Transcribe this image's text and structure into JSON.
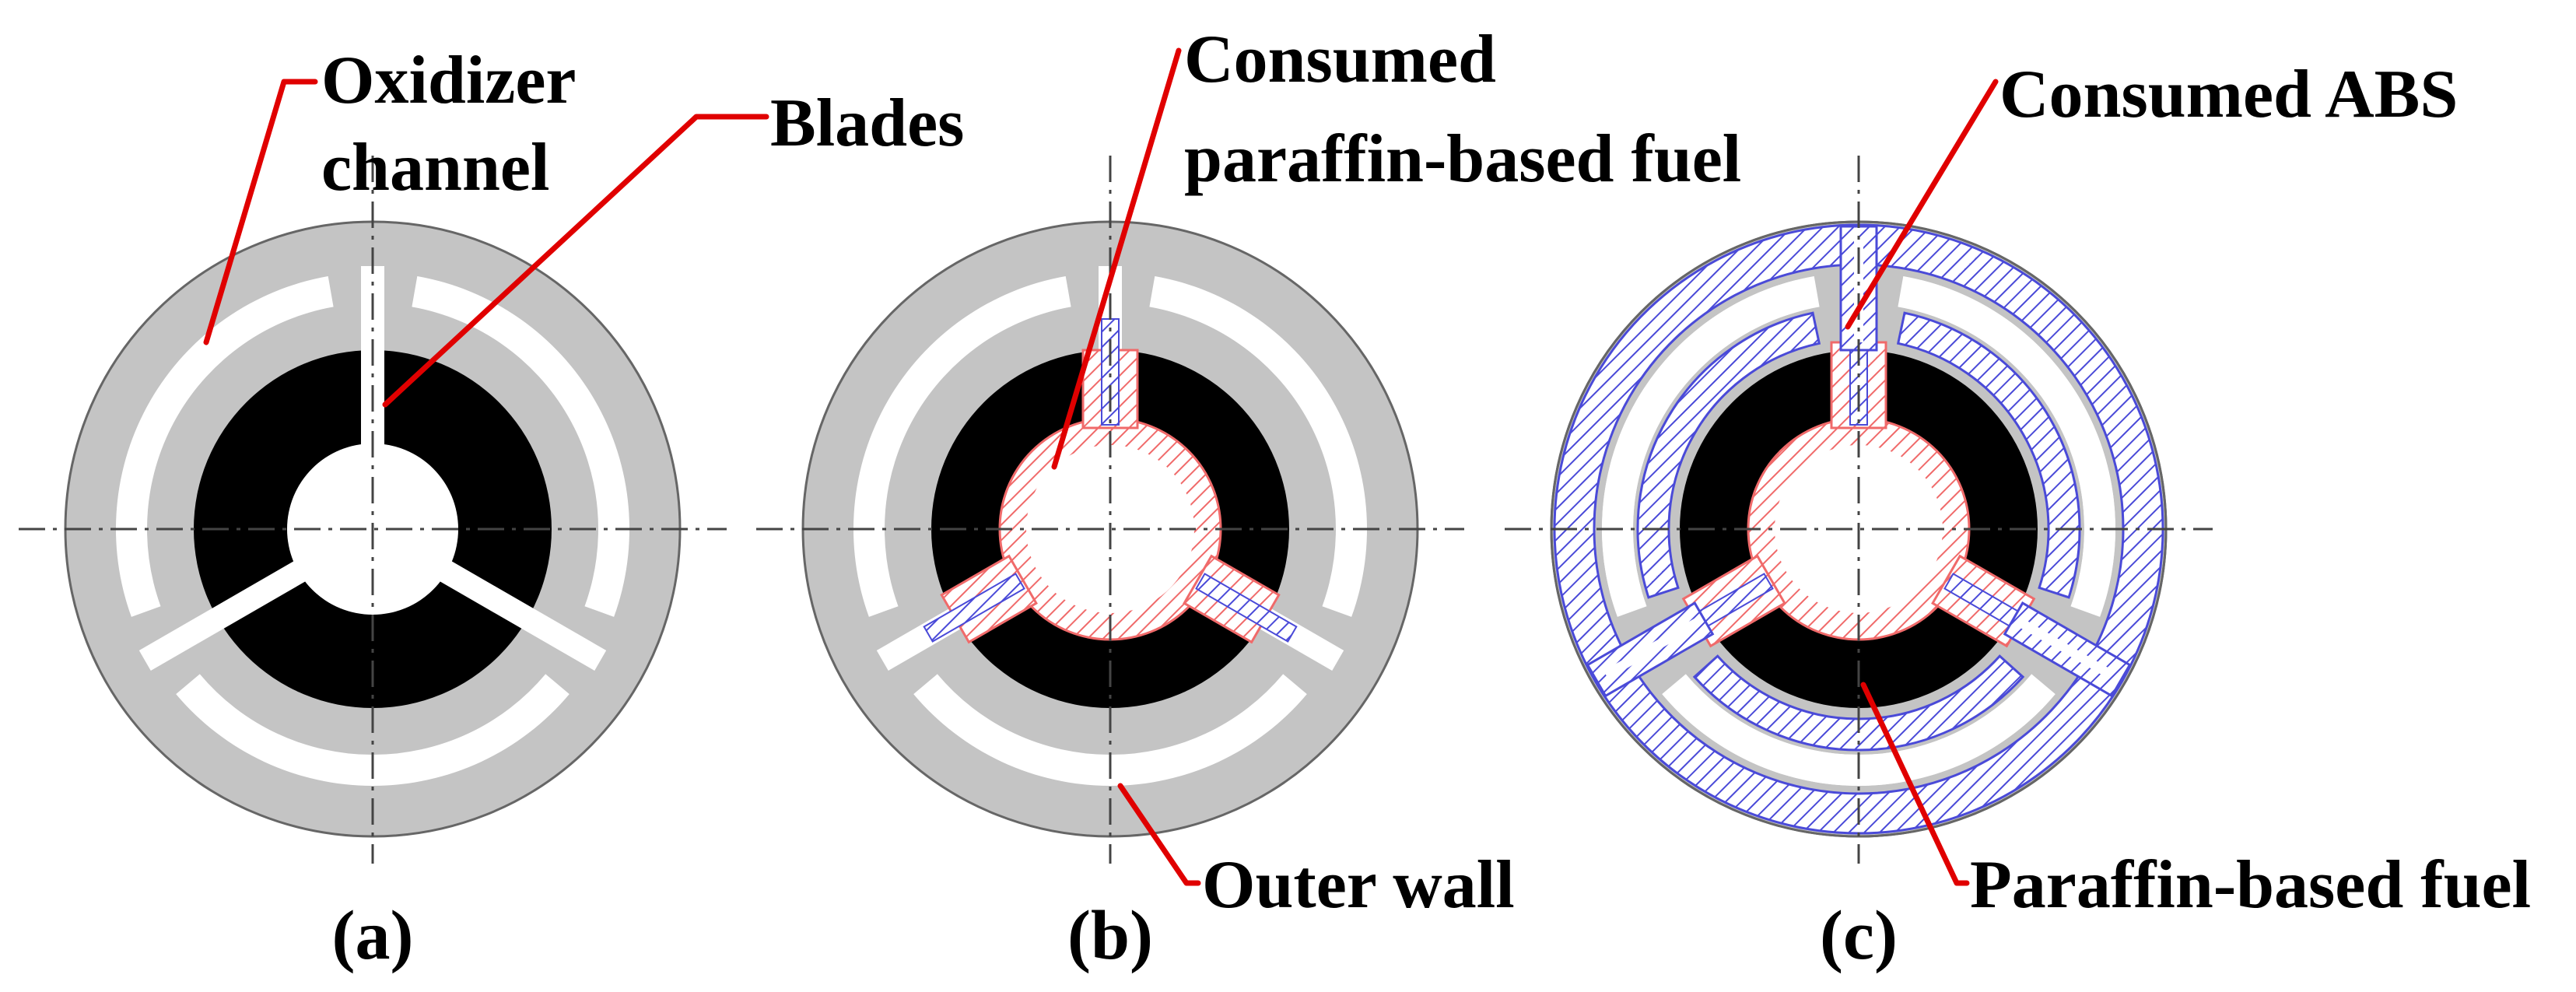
{
  "figure": {
    "panels": [
      {
        "id": "a",
        "label": "(a)"
      },
      {
        "id": "b",
        "label": "(b)"
      },
      {
        "id": "c",
        "label": "(c)"
      }
    ],
    "callouts": {
      "oxidizer_line1": "Oxidizer",
      "oxidizer_line2": "channel",
      "blades": "Blades",
      "consumed_paraffin_line1": "Consumed",
      "consumed_paraffin_line2": "paraffin-based fuel",
      "outer_wall": "Outer wall",
      "consumed_abs": "Consumed ABS",
      "paraffin_fuel": "Paraffin-based fuel"
    },
    "colors": {
      "structure_gray": "#c4c4c4",
      "fuel_black": "#000000",
      "leader_red": "#e00000",
      "paraffin_hatch_red": "#f06a6a",
      "abs_hatch_blue": "#4a4ad8",
      "axis_line": "#444444"
    }
  }
}
